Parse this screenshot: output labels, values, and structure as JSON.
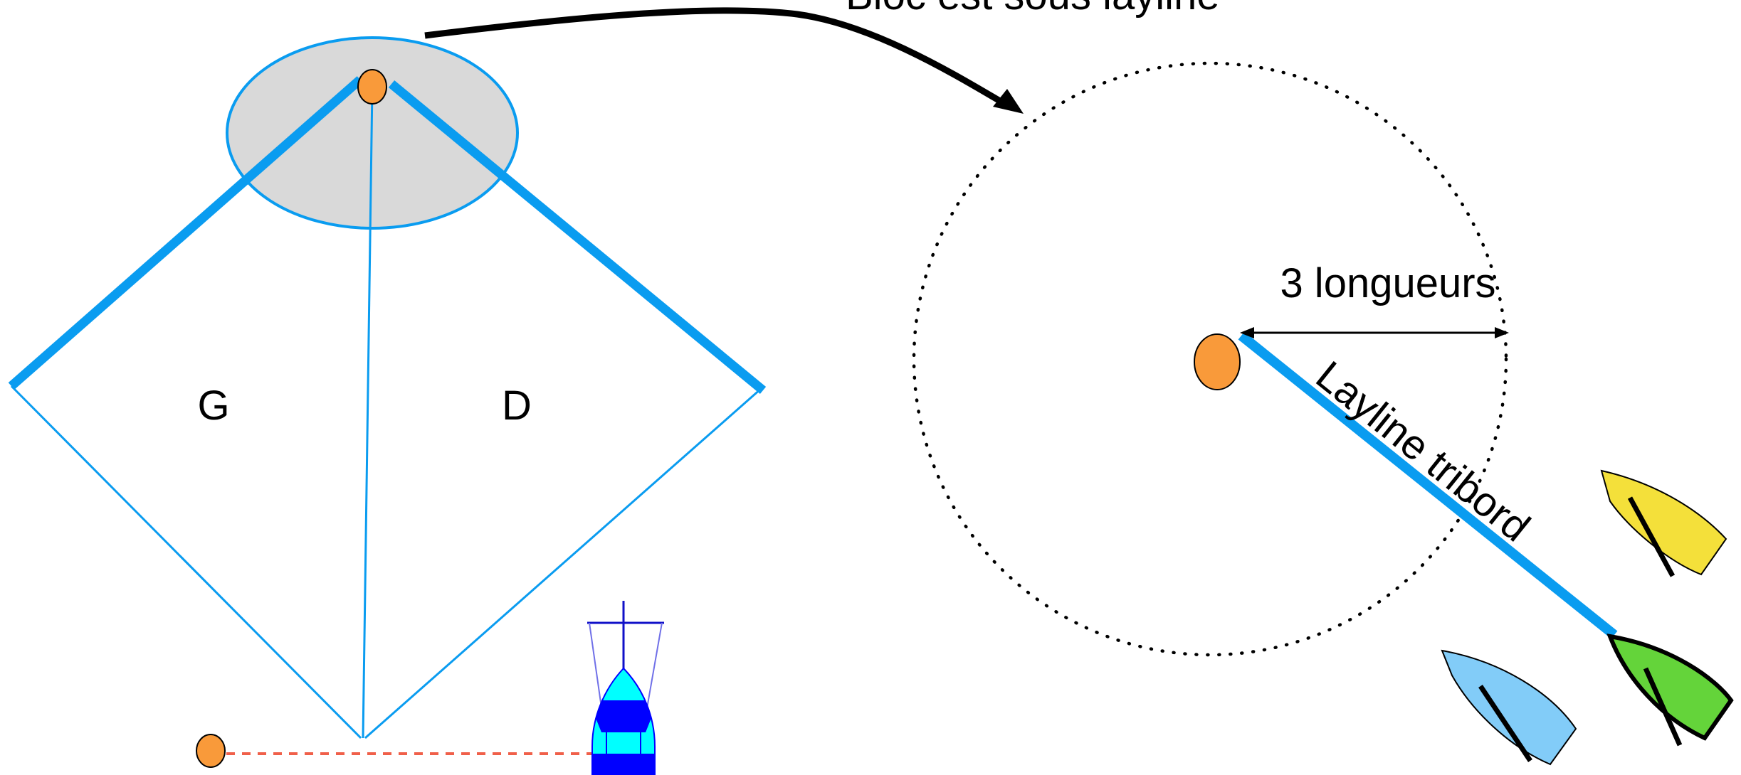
{
  "title": "Bloc est  sous layline",
  "left_diagram": {
    "left_zone_label": "G",
    "right_zone_label": "D"
  },
  "right_diagram": {
    "distance_label": "3 longueurs",
    "layline_label": "Layline tribord"
  },
  "colors": {
    "layline_blue": "#0a9cf0",
    "zone_fill": "#d9d9d9",
    "mark_orange": "#f99a3a",
    "committee_line": "#f0604a",
    "boat_yellow": "#f4e03a",
    "boat_light_blue": "#82ccf8",
    "boat_green": "#64d43a",
    "committee_boat_cyan": "#00ffff",
    "committee_boat_blue": "#0000ff"
  }
}
